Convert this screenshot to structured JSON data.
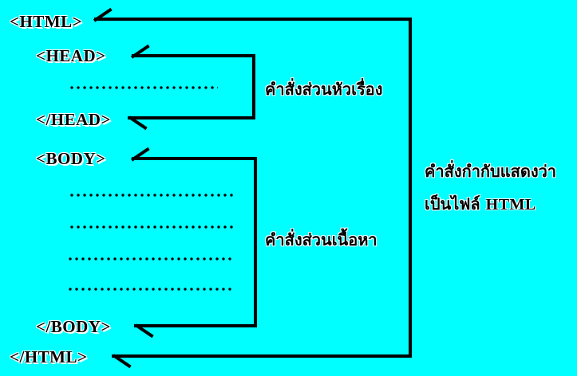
{
  "diagram": {
    "title": "HTML document structure",
    "background_color": "#00ffff",
    "stroke_color": "#000000",
    "text_color": "#000000",
    "tags": {
      "html_open": "<HTML>",
      "head_open": "<HEAD>",
      "head_close": "</HEAD>",
      "body_open": "<BODY>",
      "body_close": "</BODY>",
      "html_close": "</HTML>"
    },
    "fillers": {
      "head_line": "..............................",
      "body_line_1": "..........................................",
      "body_line_2": "..........................................",
      "body_line_3": "..........................................",
      "body_line_4": ".........................................."
    },
    "annotations": {
      "head_label": "คำสั่งส่วนหัวเรื่อง",
      "body_label": "คำสั่งส่วนเนื้อหา",
      "html_label_line1": "คำสั่งกำกับแสดงว่า",
      "html_label_line2_thai": "เป็นไฟล์ ",
      "html_label_line2_latin": "HTML"
    }
  }
}
